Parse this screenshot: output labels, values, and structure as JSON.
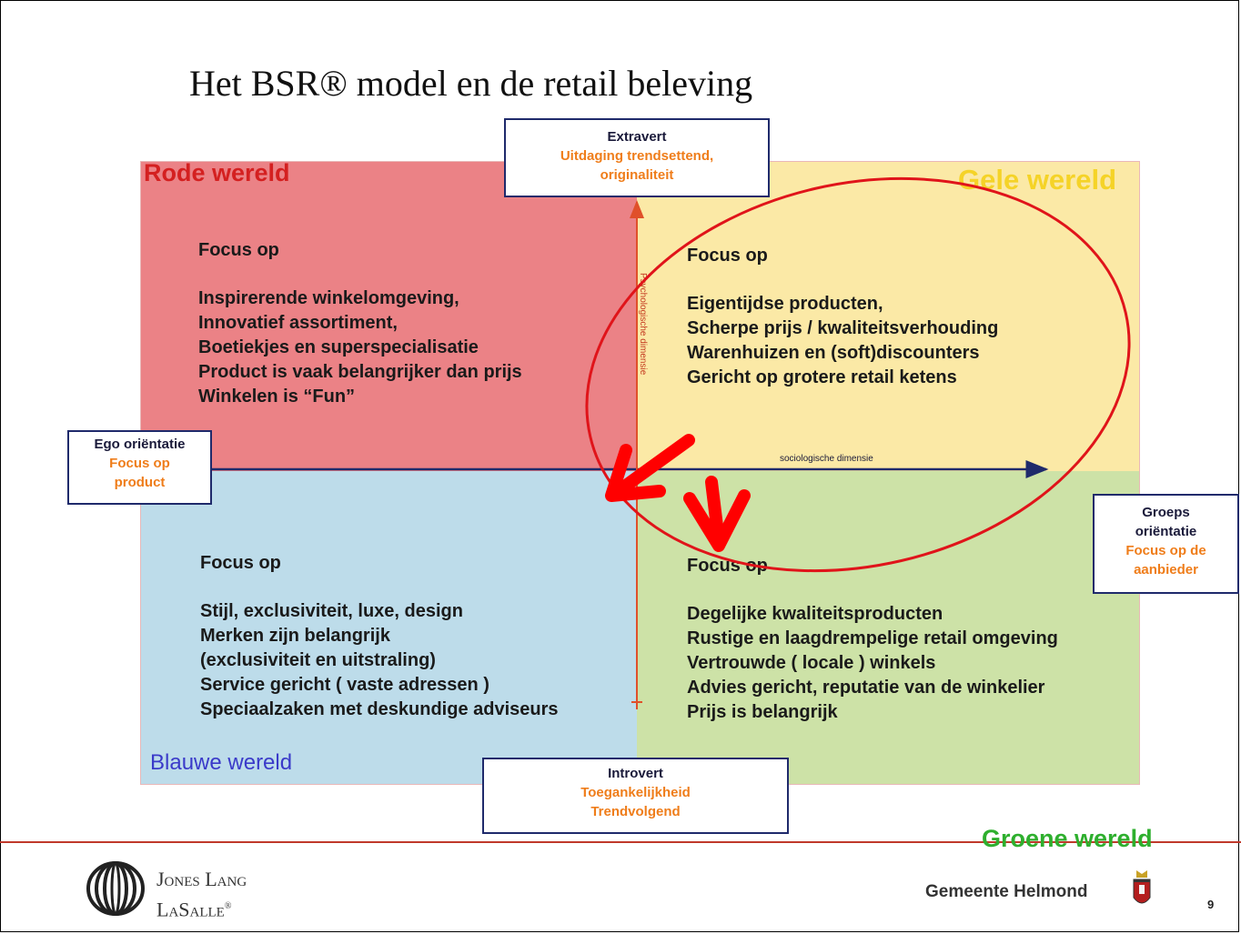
{
  "title": "Het BSR® model en de retail beleving",
  "worlds": {
    "red": "Rode wereld",
    "yellow": "Gele wereld",
    "blue": "Blauwe wereld",
    "green": "Groene wereld"
  },
  "quadrants": {
    "red": {
      "heading": "Focus op",
      "lines": [
        "Inspirerende winkelomgeving,",
        "Innovatief assortiment,",
        "Boetiekjes en superspecialisatie",
        "Product is vaak belangrijker dan prijs",
        "Winkelen is “Fun”"
      ]
    },
    "yellow": {
      "heading": "Focus op",
      "lines": [
        "Eigentijdse producten,",
        "Scherpe prijs / kwaliteitsverhouding",
        "Warenhuizen en (soft)discounters",
        "Gericht op grotere retail ketens"
      ]
    },
    "blue": {
      "heading": "Focus op",
      "lines": [
        "Stijl, exclusiviteit, luxe, design",
        "Merken zijn belangrijk",
        "(exclusiviteit en uitstraling)",
        "Service gericht ( vaste adressen )",
        "Speciaalzaken met deskundige adviseurs"
      ]
    },
    "green": {
      "heading": "Focus op",
      "lines": [
        "Degelijke kwaliteitsproducten",
        "Rustige en laagdrempelige retail omgeving",
        "Vertrouwde ( locale ) winkels",
        "Advies gericht, reputatie van de winkelier",
        "Prijs is belangrijk"
      ]
    }
  },
  "boxes": {
    "top": {
      "line1": "Extravert",
      "line2": "Uitdaging trendsettend,",
      "line3": "originaliteit"
    },
    "bottom": {
      "line1": "Introvert",
      "line2": "Toegankelijkheid",
      "line3": "Trendvolgend"
    },
    "left": {
      "line1": "Ego oriëntatie",
      "line2": "Focus op",
      "line3": "product"
    },
    "right": {
      "line1": "Groeps",
      "line1b": "oriëntatie",
      "line2": "Focus op de",
      "line3": "aanbieder"
    }
  },
  "axes": {
    "horizontal": "sociologische dimensie",
    "vertical": "Psychologische dimensie"
  },
  "footer": {
    "company_line1": "Jones Lang",
    "company_line2": "LaSalle",
    "company_mark": "®",
    "municipality": "Gemeente Helmond",
    "page_number": "9"
  },
  "colors": {
    "red_world": "#eb8286",
    "yellow_world": "#fbe9a6",
    "blue_world": "#bddcea",
    "green_world": "#cde2a7",
    "annotation_red": "#ff0000",
    "box_orange_text": "#ef7d1a",
    "box_border": "#1f2a6b"
  }
}
